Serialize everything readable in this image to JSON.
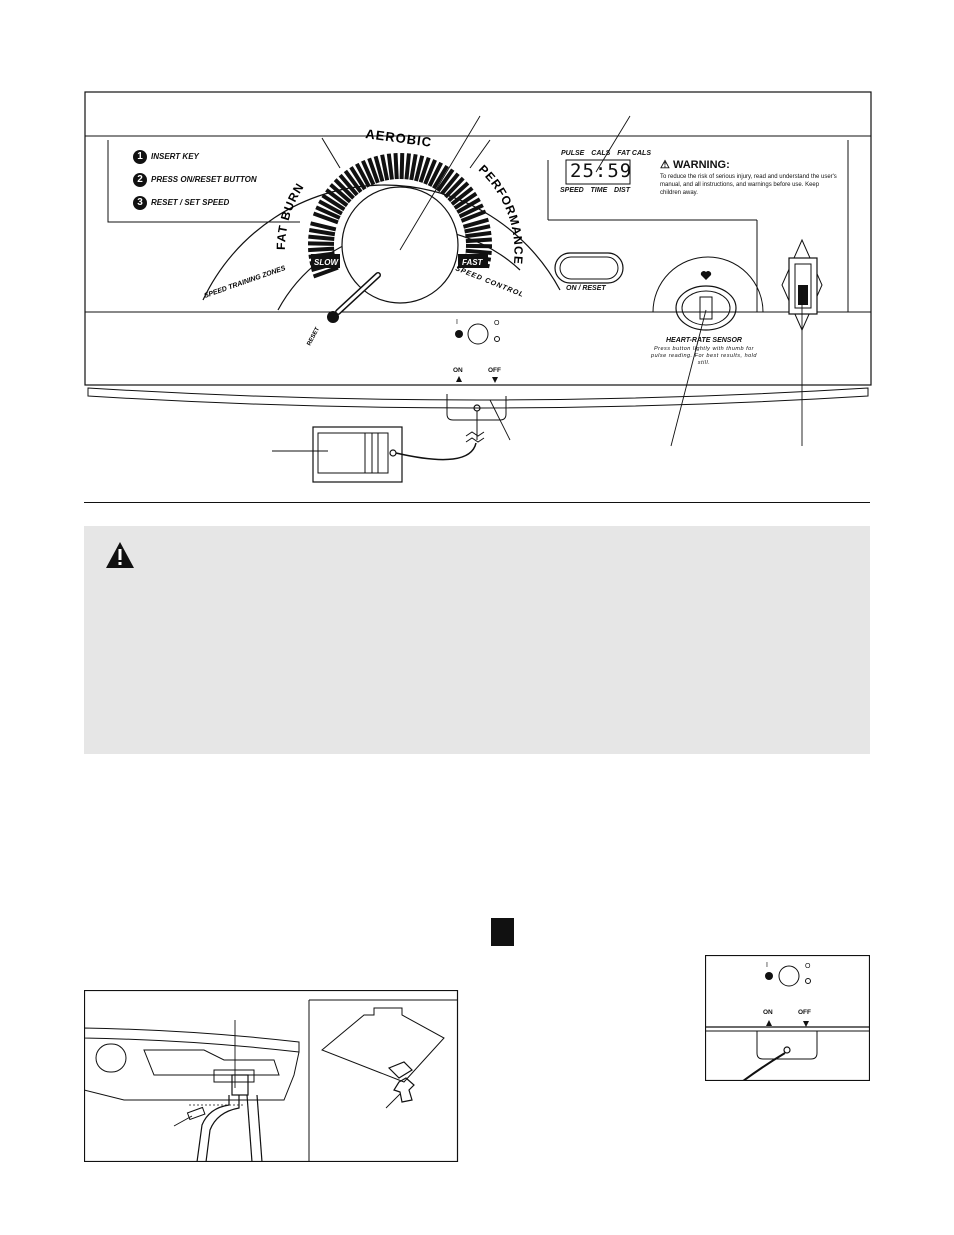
{
  "console": {
    "steps": [
      {
        "num": "1",
        "label": "INSERT KEY"
      },
      {
        "num": "2",
        "label": "PRESS ON/RESET BUTTON"
      },
      {
        "num": "3",
        "label": "RESET / SET SPEED"
      }
    ],
    "zones": {
      "aerobic": "AEROBIC",
      "fat_burn": "FAT BURN",
      "performance": "PERFORMANCE",
      "speed_training_zones": "SPEED TRAINING ZONES",
      "speed_control": "SPEED CONTROL",
      "slow": "SLOW",
      "fast": "FAST",
      "reset": "RESET"
    },
    "display": {
      "top_labels": [
        "PULSE",
        "CALS",
        "FAT CALS"
      ],
      "bottom_labels": [
        "SPEED",
        "TIME",
        "DIST"
      ],
      "readout": "25:59"
    },
    "warning": {
      "title": "WARNING:",
      "text": "To reduce the risk of serious injury, read and understand the user's manual, and all instructions, and warnings before use. Keep children away."
    },
    "on_reset_label": "ON / RESET",
    "heart_rate": {
      "title": "HEART-RATE SENSOR",
      "instructions": "Press button lightly with thumb for pulse reading. For best results, hold still."
    },
    "power_switch": {
      "on": "ON",
      "off": "OFF",
      "i_mark": "I",
      "o_mark": "O"
    }
  },
  "small_panel": {
    "i_mark": "I",
    "o_mark": "O",
    "on": "ON",
    "off": "OFF"
  }
}
